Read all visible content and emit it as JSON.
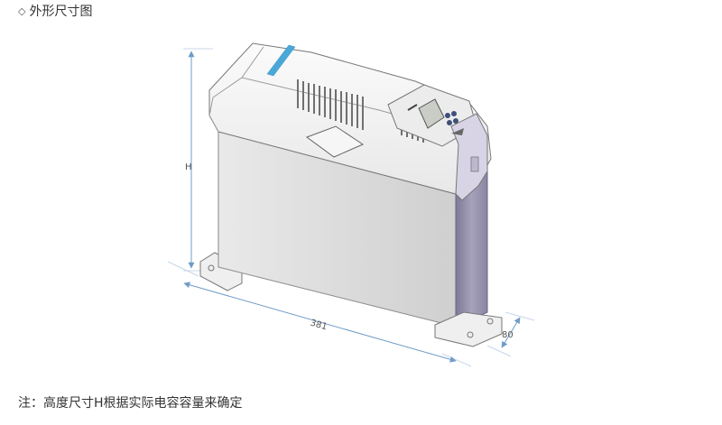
{
  "heading": {
    "bullet_icon": "diamond-bullet-icon",
    "title": "外形尺寸图"
  },
  "dimensions": {
    "height_label": "H",
    "length_label": "381",
    "depth_label": "80"
  },
  "note": "注：高度尺寸H根据实际电容容量来确定",
  "colors": {
    "body_front": "#dcdcdc",
    "body_side": "#8e8aa6",
    "top_case": "#f4f4f4",
    "accent_blue": "#4aa8d8",
    "dimension_line": "#6f9cc8"
  }
}
